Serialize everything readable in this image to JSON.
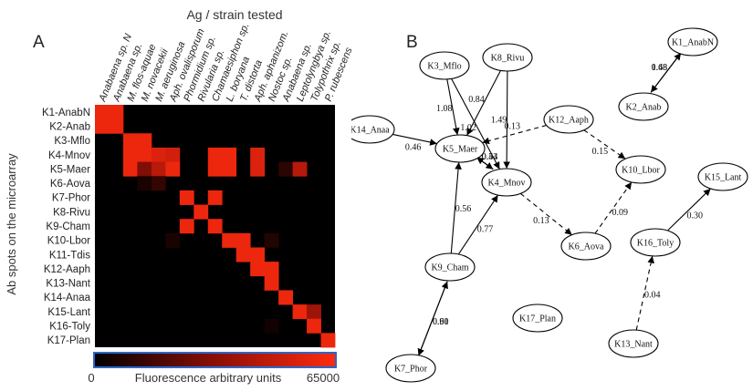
{
  "panel_a": {
    "letter": "A",
    "top_title": "Ag / strain tested",
    "side_title": "Ab spots on the microarray",
    "colorbar_label": "Fluorescence arbitrary units",
    "colorbar_min": "0",
    "colorbar_max": "65000",
    "colors": {
      "low": "#000000",
      "mid": "#8a0f06",
      "high": "#ff2a10"
    }
  },
  "panel_b": {
    "letter": "B"
  },
  "chart_data": [
    {
      "type": "heatmap",
      "x_categories": [
        "Anabaena sp. N",
        "Anabaena sp.",
        "M. flos-aquae",
        "M. novacekii",
        "M. aeruginosa",
        "Aph. ovalisporum",
        "Phormidium sp.",
        "Rivularia sp.",
        "Chamaesiphon sp.",
        "L. boryana",
        "T. distorta",
        "Aph. aphanizom.",
        "Nostoc sp.",
        "Anabaena sp.",
        "Leptolyngbya sp.",
        "Tolypothrix sp.",
        "P. rubescens"
      ],
      "y_categories": [
        "K1-AnabN",
        "K2-Anab",
        "K3-Mflo",
        "K4-Mnov",
        "K5-Maer",
        "K6-Aova",
        "K7-Phor",
        "K8-Rivu",
        "K9-Cham",
        "K10-Lbor",
        "K11-Tdis",
        "K12-Aaph",
        "K13-Nant",
        "K14-Anaa",
        "K15-Lant",
        "K16-Toly",
        "K17-Plan"
      ],
      "value_range": [
        0,
        65000
      ],
      "values": [
        [
          60000,
          60000,
          0,
          0,
          0,
          0,
          0,
          0,
          0,
          0,
          0,
          0,
          0,
          0,
          0,
          0,
          0
        ],
        [
          60000,
          60000,
          0,
          0,
          0,
          0,
          0,
          0,
          0,
          0,
          0,
          0,
          0,
          0,
          0,
          0,
          0
        ],
        [
          0,
          0,
          60000,
          60000,
          0,
          0,
          0,
          0,
          0,
          0,
          0,
          0,
          0,
          0,
          0,
          0,
          0
        ],
        [
          0,
          0,
          60000,
          60000,
          55000,
          52000,
          0,
          0,
          60000,
          60000,
          0,
          55000,
          0,
          0,
          0,
          0,
          0
        ],
        [
          0,
          0,
          60000,
          30000,
          45000,
          60000,
          0,
          0,
          60000,
          60000,
          0,
          55000,
          0,
          10000,
          45000,
          0,
          0
        ],
        [
          0,
          0,
          0,
          6000,
          12000,
          0,
          0,
          0,
          0,
          0,
          0,
          0,
          0,
          0,
          0,
          0,
          0
        ],
        [
          0,
          0,
          0,
          0,
          0,
          0,
          60000,
          0,
          60000,
          0,
          0,
          0,
          0,
          0,
          0,
          0,
          0
        ],
        [
          0,
          0,
          0,
          0,
          0,
          0,
          0,
          60000,
          0,
          0,
          0,
          0,
          0,
          0,
          0,
          0,
          0
        ],
        [
          0,
          0,
          0,
          0,
          0,
          0,
          60000,
          0,
          60000,
          0,
          0,
          0,
          0,
          0,
          0,
          0,
          0
        ],
        [
          0,
          0,
          0,
          0,
          0,
          6000,
          0,
          0,
          0,
          60000,
          60000,
          0,
          8000,
          0,
          0,
          0,
          0
        ],
        [
          0,
          0,
          0,
          0,
          0,
          0,
          0,
          0,
          0,
          0,
          60000,
          60000,
          0,
          0,
          0,
          0,
          0
        ],
        [
          0,
          0,
          0,
          0,
          0,
          0,
          0,
          0,
          0,
          0,
          0,
          60000,
          60000,
          0,
          0,
          0,
          0
        ],
        [
          0,
          0,
          0,
          0,
          0,
          0,
          0,
          0,
          0,
          0,
          0,
          0,
          60000,
          0,
          0,
          0,
          0
        ],
        [
          0,
          0,
          0,
          0,
          0,
          0,
          0,
          0,
          0,
          0,
          0,
          0,
          0,
          60000,
          0,
          0,
          0
        ],
        [
          0,
          0,
          0,
          0,
          0,
          0,
          0,
          0,
          0,
          0,
          0,
          0,
          0,
          0,
          60000,
          38000,
          0
        ],
        [
          0,
          0,
          0,
          0,
          0,
          0,
          0,
          0,
          0,
          0,
          0,
          0,
          4000,
          0,
          0,
          60000,
          0
        ],
        [
          0,
          0,
          0,
          0,
          0,
          0,
          0,
          0,
          0,
          0,
          0,
          0,
          0,
          0,
          0,
          0,
          60000
        ]
      ]
    },
    {
      "type": "network",
      "nodes": [
        "K1_AnabN",
        "K2_Anab",
        "K3_Mflo",
        "K4_Mnov",
        "K5_Maer",
        "K6_Aova",
        "K7_Phor",
        "K8_Rivu",
        "K9_Cham",
        "K10_Lbor",
        "K12_Aaph",
        "K13_Nant",
        "K14_Anaa",
        "K15_Lant",
        "K16_Toly",
        "K17_Plan"
      ],
      "edges": [
        {
          "from": "K1_AnabN",
          "to": "K2_Anab",
          "label": "0.48",
          "style": "solid"
        },
        {
          "from": "K2_Anab",
          "to": "K1_AnabN",
          "label": "1.68",
          "style": "solid"
        },
        {
          "from": "K3_Mflo",
          "to": "K5_Maer",
          "label": "1.08",
          "style": "solid"
        },
        {
          "from": "K3_Mflo",
          "to": "K4_Mnov",
          "label": "1.02",
          "style": "solid"
        },
        {
          "from": "K8_Rivu",
          "to": "K5_Maer",
          "label": "0.84",
          "style": "solid"
        },
        {
          "from": "K8_Rivu",
          "to": "K4_Mnov",
          "label": "1.49",
          "style": "solid"
        },
        {
          "from": "K14_Anaa",
          "to": "K5_Maer",
          "label": "0.46",
          "style": "solid"
        },
        {
          "from": "K12_Aaph",
          "to": "K5_Maer",
          "label": "0.13",
          "style": "dashed"
        },
        {
          "from": "K12_Aaph",
          "to": "K10_Lbor",
          "label": "0.15",
          "style": "dashed"
        },
        {
          "from": "K5_Maer",
          "to": "K4_Mnov",
          "label": "0.54",
          "style": "solid"
        },
        {
          "from": "K4_Mnov",
          "to": "K5_Maer",
          "label": "0.43",
          "style": "solid"
        },
        {
          "from": "K4_Mnov",
          "to": "K6_Aova",
          "label": "0.13",
          "style": "dashed"
        },
        {
          "from": "K6_Aova",
          "to": "K10_Lbor",
          "label": "0.09",
          "style": "dashed"
        },
        {
          "from": "K9_Cham",
          "to": "K5_Maer",
          "label": "0.56",
          "style": "solid"
        },
        {
          "from": "K9_Cham",
          "to": "K4_Mnov",
          "label": "0.77",
          "style": "solid"
        },
        {
          "from": "K9_Cham",
          "to": "K7_Phor",
          "label": "0.91",
          "style": "solid"
        },
        {
          "from": "K7_Phor",
          "to": "K9_Cham",
          "label": "0.60",
          "style": "solid"
        },
        {
          "from": "K16_Toly",
          "to": "K15_Lant",
          "label": "0.30",
          "style": "solid"
        },
        {
          "from": "K13_Nant",
          "to": "K16_Toly",
          "label": "0.04",
          "style": "dashed"
        }
      ]
    }
  ]
}
